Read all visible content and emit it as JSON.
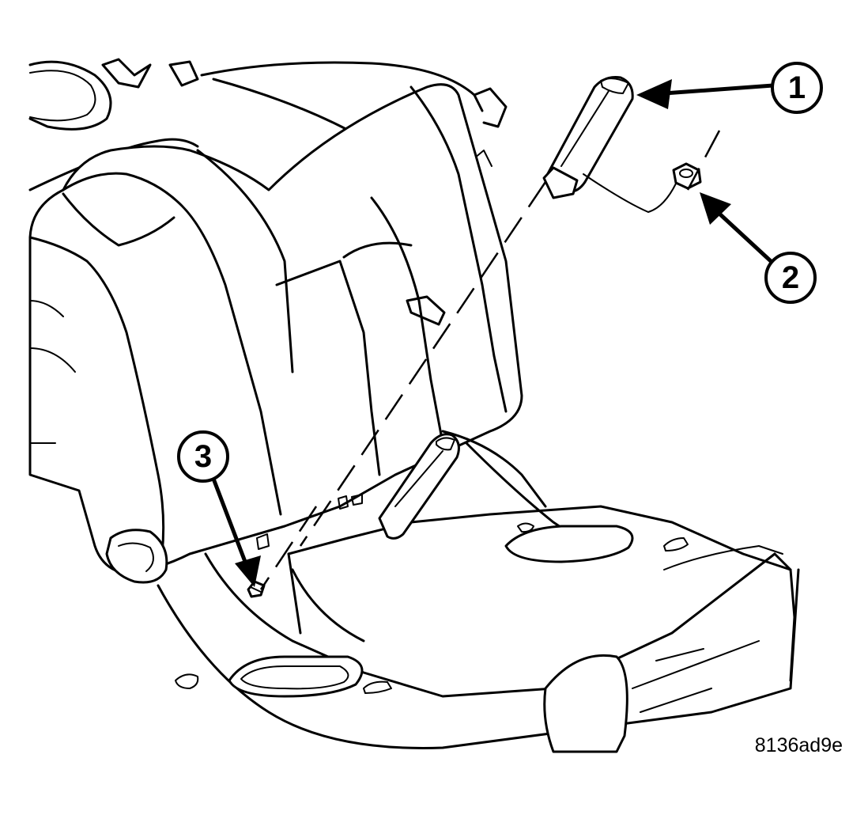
{
  "callouts": [
    {
      "number": "1",
      "part": "buckle"
    },
    {
      "number": "2",
      "part": "nut"
    },
    {
      "number": "3",
      "part": "stud"
    }
  ],
  "figure_code": "8136ad9e",
  "colors": {
    "line": "#000000",
    "background": "#ffffff"
  }
}
